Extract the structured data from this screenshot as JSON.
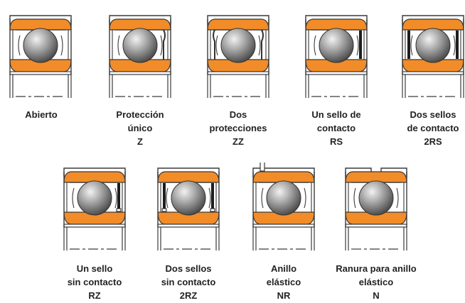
{
  "items": [
    {
      "type": "open",
      "lines": [
        "Abierto"
      ]
    },
    {
      "type": "shield",
      "lines": [
        "Protección",
        "único",
        "Z"
      ]
    },
    {
      "type": "double-shield",
      "lines": [
        "Dos",
        "protecciones",
        "ZZ"
      ]
    },
    {
      "type": "contact-seal",
      "lines": [
        "Un sello de",
        "contacto",
        "RS"
      ]
    },
    {
      "type": "double-contact-seal",
      "lines": [
        "Dos sellos",
        "de contacto",
        "2RS"
      ]
    },
    {
      "type": "non-contact-seal",
      "lines": [
        "Un sello",
        "sin contacto",
        "RZ"
      ]
    },
    {
      "type": "double-non-contact-seal",
      "lines": [
        "Dos sellos",
        "sin contacto",
        "2RZ"
      ]
    },
    {
      "type": "snap-ring",
      "lines": [
        "Anillo",
        "elástico",
        "NR"
      ]
    },
    {
      "type": "snap-ring-groove",
      "lines": [
        "Ranura para anillo",
        "elástico",
        "N"
      ]
    }
  ],
  "colors": {
    "ring": "#f28c28",
    "ring_stroke": "#3a3a3a",
    "ball_light": "#f2f2f2",
    "ball_dark": "#4a4a4a",
    "seal": "#1e1e1e"
  }
}
